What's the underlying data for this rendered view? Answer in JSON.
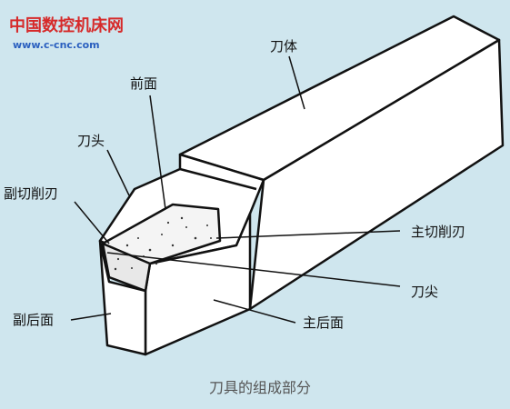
{
  "watermark": {
    "brand": "中国数控机床网",
    "url": "www.c-cnc.com",
    "red": "#d62a2a",
    "blue": "#2a5fbf"
  },
  "labels": {
    "body": "刀体",
    "rake_face": "前面",
    "tool_head": "刀头",
    "minor_cutting_edge": "副切削刃",
    "major_cutting_edge": "主切削刃",
    "tool_tip": "刀尖",
    "minor_flank": "副后面",
    "major_flank": "主后面"
  },
  "caption": "刀具的组成部分",
  "colors": {
    "background": "#cfe6ee",
    "face": "#ffffff",
    "stroke": "#111111"
  }
}
